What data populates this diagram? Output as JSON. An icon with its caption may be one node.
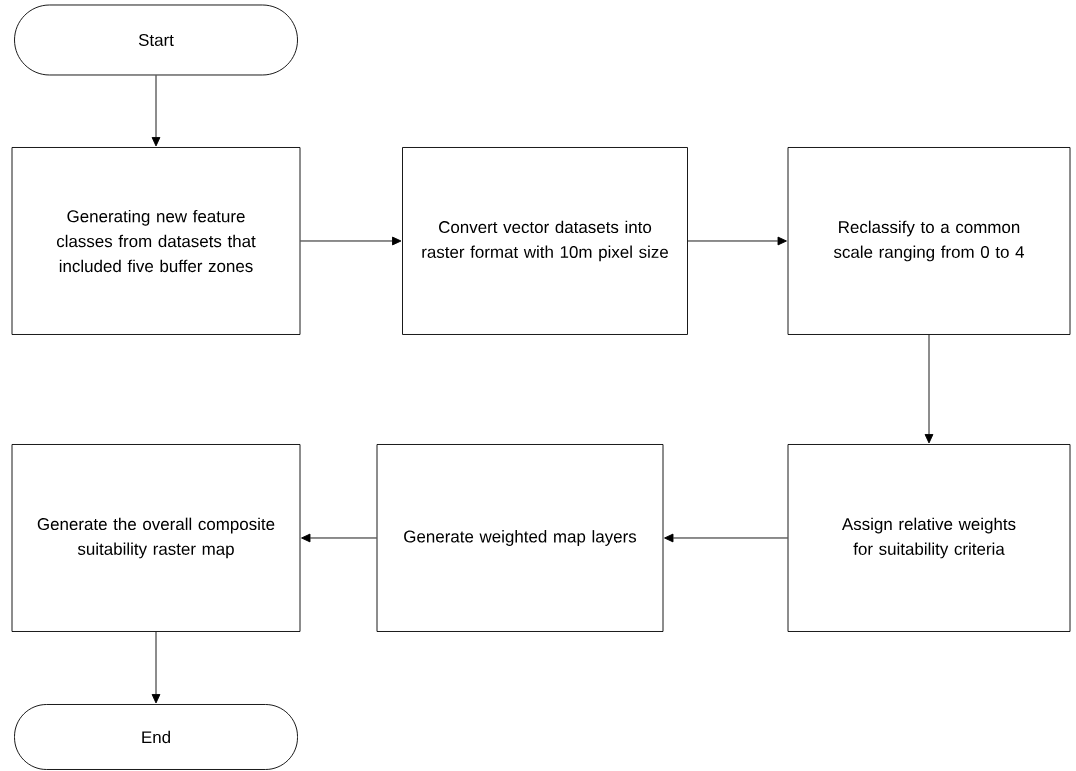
{
  "diagram": {
    "nodes": [
      {
        "text": [
          "Start"
        ]
      },
      {
        "text": [
          "Generating new feature classes from datasets that included five buffer zones"
        ]
      },
      {
        "text": [
          "Convert vector datasets into raster format with 10m pixel size"
        ]
      },
      {
        "text": [
          "Reclassify to a common scale ranging from 0 to 4"
        ]
      },
      {
        "text": [
          "Assign relative weights for suitability criteria"
        ]
      },
      {
        "text": [
          "Generate weighted map layers"
        ]
      },
      {
        "text": [
          "Generate the overall composite suitability raster map"
        ]
      },
      {
        "text": [
          "End"
        ]
      }
    ],
    "edges": [
      {
        "from": 0,
        "to": 1,
        "arrow": "to"
      },
      {
        "from": 1,
        "to": 2,
        "arrow": "to"
      },
      {
        "from": 2,
        "to": 3,
        "arrow": "to"
      },
      {
        "from": 3,
        "to": 4,
        "arrow": "to"
      },
      {
        "from": 4,
        "to": 5,
        "arrow": "to"
      },
      {
        "from": 5,
        "to": 6,
        "arrow": "to"
      },
      {
        "from": 6,
        "to": 7,
        "arrow": "to"
      }
    ]
  }
}
